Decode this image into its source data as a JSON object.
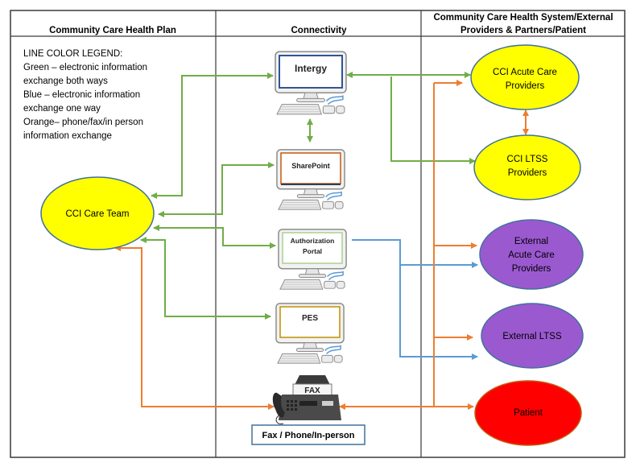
{
  "headers": {
    "left": "Community Care Health Plan",
    "middle": "Connectivity",
    "right_line1": "Community Care Health System/External",
    "right_line2": "Providers & Partners/Patient"
  },
  "legend": {
    "title": "LINE COLOR LEGEND:",
    "lines": [
      "Green – electronic information",
      "exchange both ways",
      "Blue – electronic information",
      "exchange one way",
      "Orange– phone/fax/in person",
      "information exchange"
    ],
    "colors": {
      "green": "#70ad47",
      "blue": "#5b9bd5",
      "orange": "#ed7d31"
    }
  },
  "left_nodes": {
    "care_team": {
      "label": "CCI Care Team",
      "fill": "#ffff00"
    }
  },
  "systems": [
    {
      "id": "intergy",
      "label": "Intergy",
      "screen_border": "#2e5597"
    },
    {
      "id": "sharepoint",
      "label": "SharePoint",
      "screen_border": "#c55a11"
    },
    {
      "id": "authorization",
      "label_line1": "Authorization",
      "label_line2": "Portal",
      "screen_border": "#a9d18e"
    },
    {
      "id": "pes",
      "label": "PES",
      "screen_border": "#bf9000"
    }
  ],
  "fax": {
    "screen_text": "FAX",
    "label": "Fax / Phone/In-person"
  },
  "right_nodes": {
    "cci_acute": {
      "line1": "CCI Acute Care",
      "line2": "Providers",
      "fill": "#ffff00"
    },
    "cci_ltss": {
      "line1": "CCI LTSS",
      "line2": "Providers",
      "fill": "#ffff00"
    },
    "ext_acute": {
      "line1": "External",
      "line2": "Acute Care",
      "line3": "Providers",
      "fill": "#9b59d0"
    },
    "ext_ltss": {
      "label": "External LTSS",
      "fill": "#9b59d0"
    },
    "patient": {
      "label": "Patient",
      "fill": "#ff0000"
    }
  }
}
